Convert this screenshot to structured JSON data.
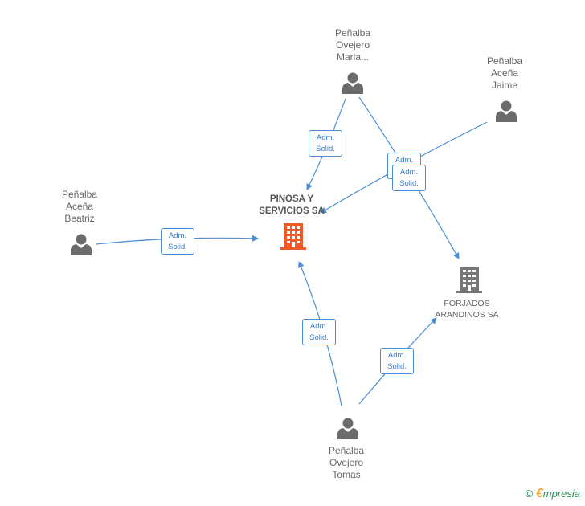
{
  "diagram": {
    "people": [
      {
        "id": "maria",
        "name": "Peñalba\nOvejero\nMaria..."
      },
      {
        "id": "jaime",
        "name": "Peñalba\nAceña\nJaime"
      },
      {
        "id": "beatriz",
        "name": "Peñalba\nAceña\nBeatriz"
      },
      {
        "id": "tomas",
        "name": "Peñalba\nOvejero\nTomas"
      }
    ],
    "companies": [
      {
        "id": "pinosa",
        "name": "PINOSA Y\nSERVICIOS SA",
        "highlight": true,
        "color": "#f05a28"
      },
      {
        "id": "forjados",
        "name": "FORJADOS\nARANDINOS SA",
        "highlight": false,
        "color": "#777777"
      }
    ],
    "relations": [
      {
        "from": "maria",
        "to": "pinosa",
        "label": "Adm.\nSolid."
      },
      {
        "from": "maria",
        "to": "forjados",
        "label": "Adm.\nSolid."
      },
      {
        "from": "jaime",
        "to": "pinosa",
        "label": "Adm.\nSolid."
      },
      {
        "from": "beatriz",
        "to": "pinosa",
        "label": "Adm.\nSolid."
      },
      {
        "from": "tomas",
        "to": "pinosa",
        "label": "Adm.\nSolid."
      },
      {
        "from": "tomas",
        "to": "forjados",
        "label": "Adm.\nSolid."
      }
    ],
    "edge_color": "#4a8fd6",
    "person_color": "#6b6b6b"
  },
  "watermark": {
    "copyright": "©",
    "brand_first": "€",
    "brand_rest": "mpresia"
  }
}
